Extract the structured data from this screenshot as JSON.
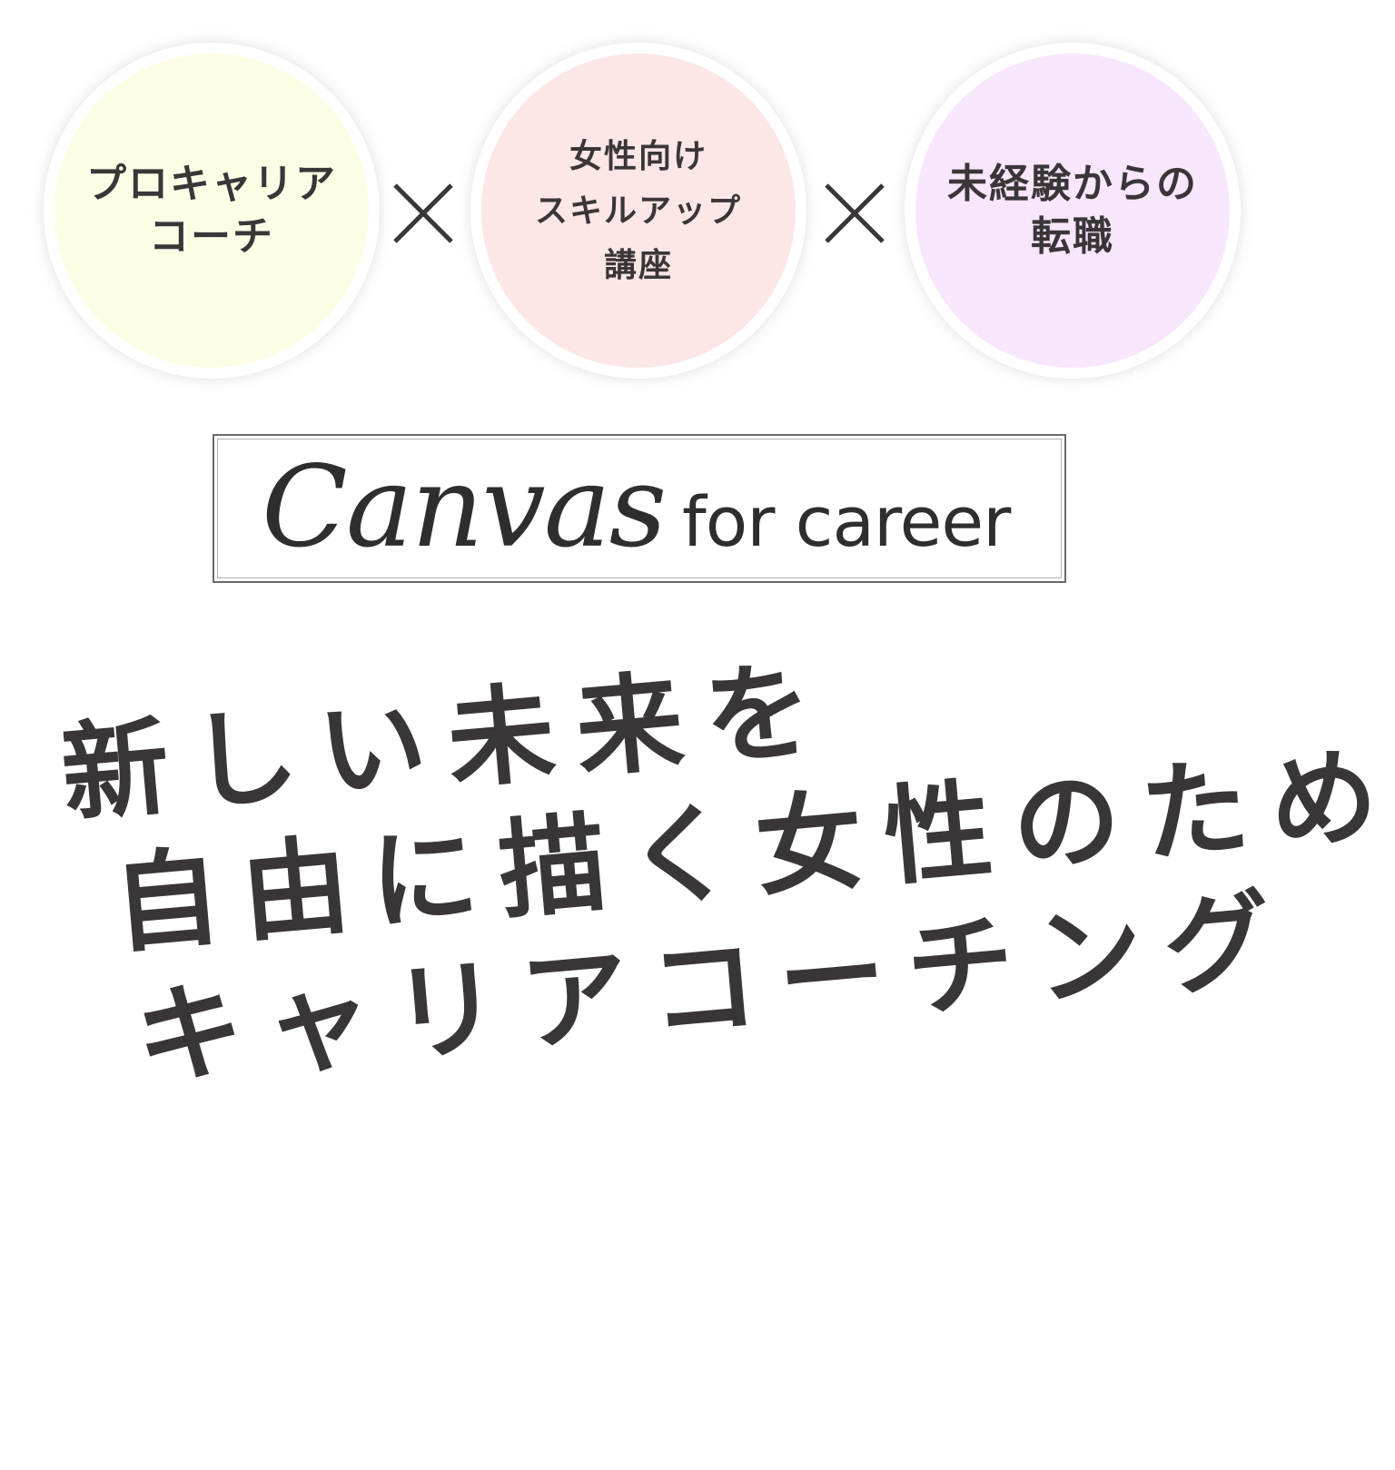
{
  "circles": [
    {
      "text": "プロキャリア\nコーチ",
      "color": "#fdfde6"
    },
    {
      "text": "女性向け\nスキルアップ\n講座",
      "color": "#fde6e6"
    },
    {
      "text": "未経験からの\n転職",
      "color": "#f8e6fd"
    }
  ],
  "logo": {
    "name": "Canvas",
    "suffix": "for career"
  },
  "tagline": {
    "line1": "新しい未来を",
    "line2": "自由に描く女性のための",
    "line3": "キャリアコーチング"
  },
  "colors": {
    "text": "#3a3638",
    "multiply_sign": "#3a3638"
  }
}
